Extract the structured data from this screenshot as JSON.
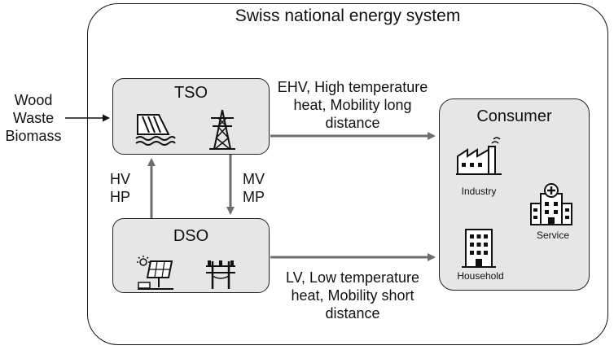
{
  "diagram": {
    "system_title": "Swiss national energy system",
    "inputs": [
      "Wood",
      "Waste",
      "Biomass"
    ],
    "tso": {
      "title": "TSO"
    },
    "dso": {
      "title": "DSO"
    },
    "consumer": {
      "title": "Consumer",
      "items": {
        "industry": "Industry",
        "service": "Service",
        "household": "Household"
      }
    },
    "edges": {
      "tso_consumer": [
        "EHV, High temperature",
        "heat, Mobility long",
        "distance"
      ],
      "dso_consumer": [
        "LV, Low temperature",
        "heat, Mobility short",
        "distance"
      ],
      "dso_tso": [
        "HV",
        "HP"
      ],
      "tso_dso": [
        "MV",
        "MP"
      ]
    }
  }
}
